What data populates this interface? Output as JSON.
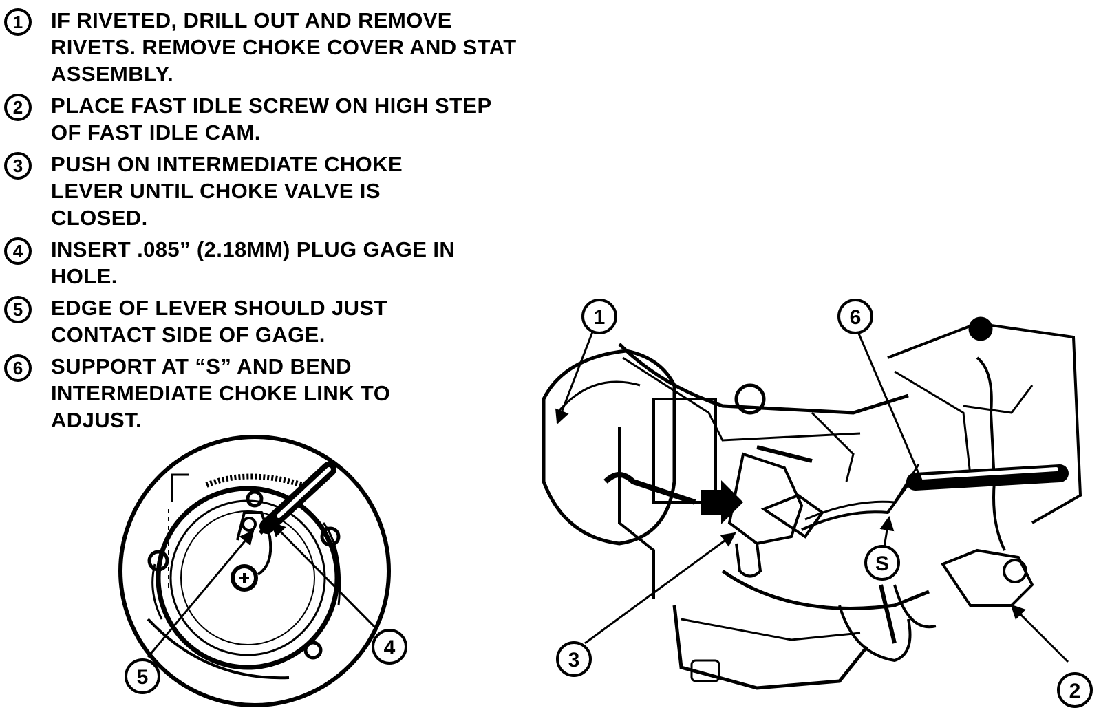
{
  "steps": [
    {
      "num": "1",
      "text": "IF RIVETED, DRILL OUT AND REMOVE RIVETS. REMOVE CHOKE COVER AND STAT ASSEMBLY."
    },
    {
      "num": "2",
      "text": "PLACE FAST IDLE SCREW ON HIGH STEP OF FAST IDLE CAM."
    },
    {
      "num": "3",
      "text": "PUSH ON INTERMEDIATE CHOKE LEVER UNTIL CHOKE VALVE IS CLOSED."
    },
    {
      "num": "4",
      "text": "INSERT .085” (2.18mm) PLUG GAGE IN HOLE."
    },
    {
      "num": "5",
      "text": "EDGE OF LEVER SHOULD JUST CONTACT SIDE OF GAGE."
    },
    {
      "num": "6",
      "text": "SUPPORT AT “S” AND BEND INTERMEDIATE CHOKE LINK TO ADJUST."
    }
  ],
  "callouts": {
    "c1": "1",
    "c2": "2",
    "c3": "3",
    "c4": "4",
    "c5": "5",
    "c6": "6",
    "s": "S"
  }
}
